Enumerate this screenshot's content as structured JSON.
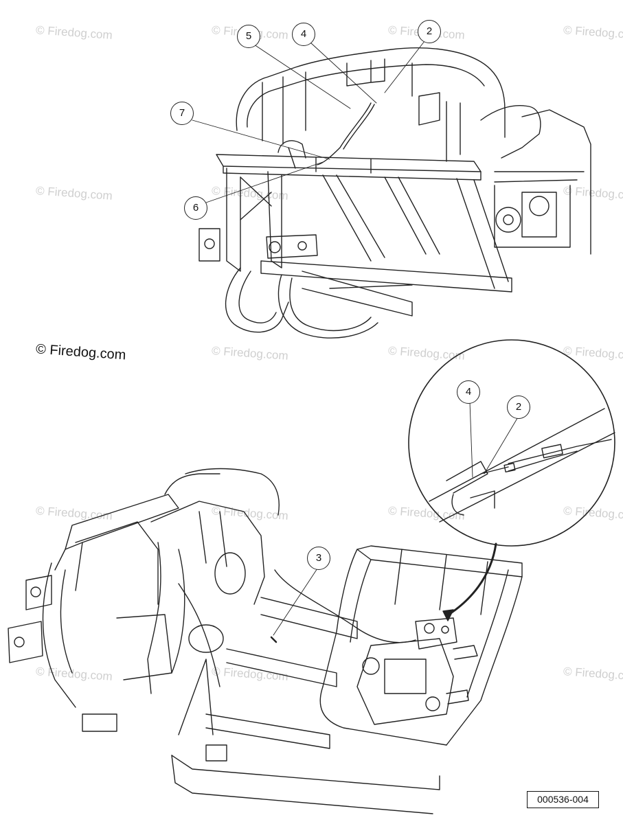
{
  "watermark_text": "© Firedog.com",
  "copyright_text": "© Firedog.com",
  "figure_id": "000536-004",
  "callouts_top": [
    "5",
    "4",
    "2",
    "7",
    "6"
  ],
  "callouts_detail": [
    "4",
    "2"
  ],
  "callouts_bottom": [
    "3"
  ]
}
